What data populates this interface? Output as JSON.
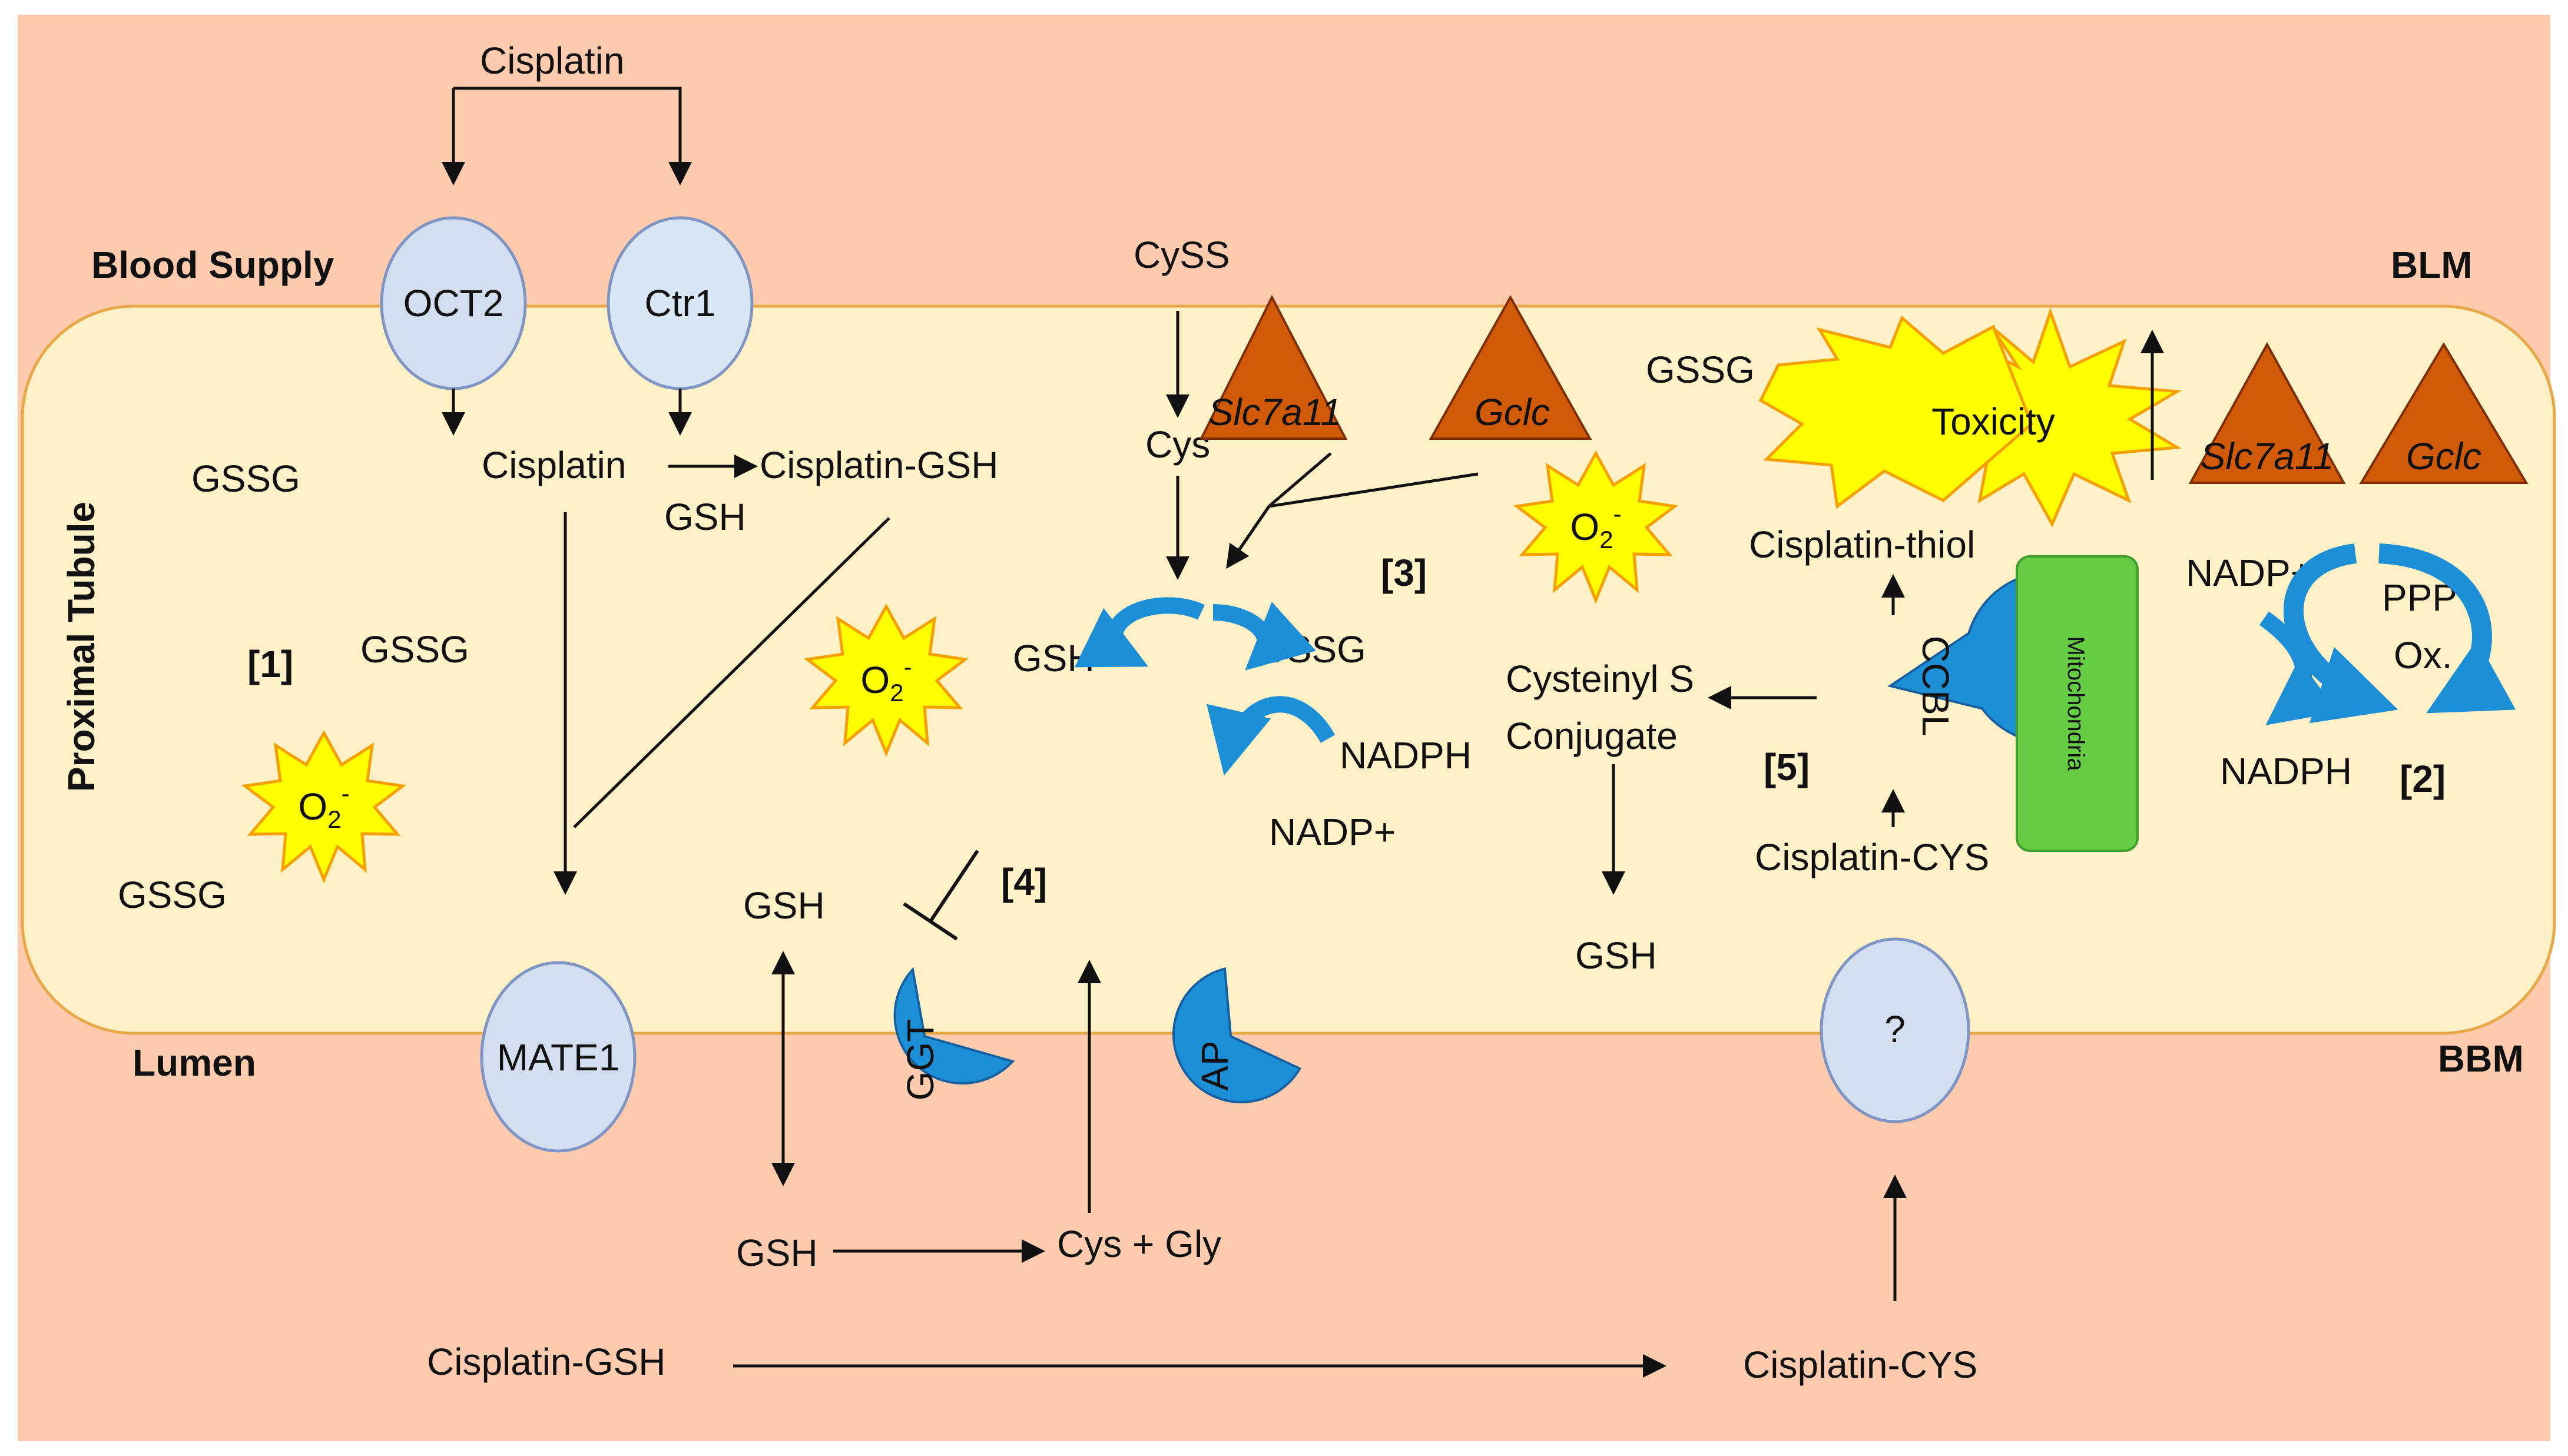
{
  "regions": {
    "blood_supply": "Blood Supply",
    "blm": "BLM",
    "lumen": "Lumen",
    "bbm": "BBM",
    "proximal_tubule": "Proximal Tubule"
  },
  "transporters": {
    "oct2": "OCT2",
    "ctr1": "Ctr1",
    "mate1": "MATE1",
    "unknown": "?"
  },
  "enzymes": {
    "ggt": "GGT",
    "ap": "AP",
    "ccbl": "CCBL"
  },
  "organelles": {
    "mitochondria": "Mitochondria"
  },
  "genes": {
    "slc7a11": "Slc7a11",
    "gclc": "Gclc"
  },
  "superoxide": {
    "base": "O",
    "sub": "2",
    "sup": "-"
  },
  "toxicity": "Toxicity",
  "species": {
    "cisplatin_top": "Cisplatin",
    "cisplatin": "Cisplatin",
    "gsh_under_arrow": "GSH",
    "cisplatin_gsh": "Cisplatin-GSH",
    "gssg_a": "GSSG",
    "gssg_b": "GSSG",
    "gssg_c": "GSSG",
    "cyss": "CySS",
    "cys": "Cys",
    "gsh_cycle": "GSH",
    "gssg_cycle": "GSSG",
    "nadph_cycle": "NADPH",
    "nadp_cycle": "NADP+",
    "gsh_inside": "GSH",
    "gsh_lumen": "GSH",
    "cys_gly": "Cys + Gly",
    "gssg_right": "GSSG",
    "cisplatin_thiol": "Cisplatin-thiol",
    "cysteinyl_1": "Cysteinyl S",
    "cysteinyl_2": "Conjugate",
    "gsh_bottom": "GSH",
    "cisplatin_cys_inside": "Cisplatin-CYS",
    "nadp_ppp": "NADP+",
    "nadph_ppp": "NADPH",
    "ppp_1": "PPP",
    "ppp_2": "Ox.",
    "cisplatin_gsh_lumen": "Cisplatin-GSH",
    "cisplatin_cys_lumen": "Cisplatin-CYS"
  },
  "markers": {
    "m1": "[1]",
    "m2": "[2]",
    "m3": "[3]",
    "m4": "[4]",
    "m5": "[5]"
  },
  "colors": {
    "background": "#FFCBAE",
    "cell": "#FFF1C7",
    "cell_border": "#E8A84A",
    "transporter": "#D3DEF0",
    "transporter_border": "#7F95C4",
    "enzyme": "#1D8FD6",
    "enzyme_border": "#1560A0",
    "gene": "#D15A08",
    "mitochondria": "#66CC44",
    "burst_fill": "#FFFF00",
    "burst_stroke": "#F4A000"
  }
}
